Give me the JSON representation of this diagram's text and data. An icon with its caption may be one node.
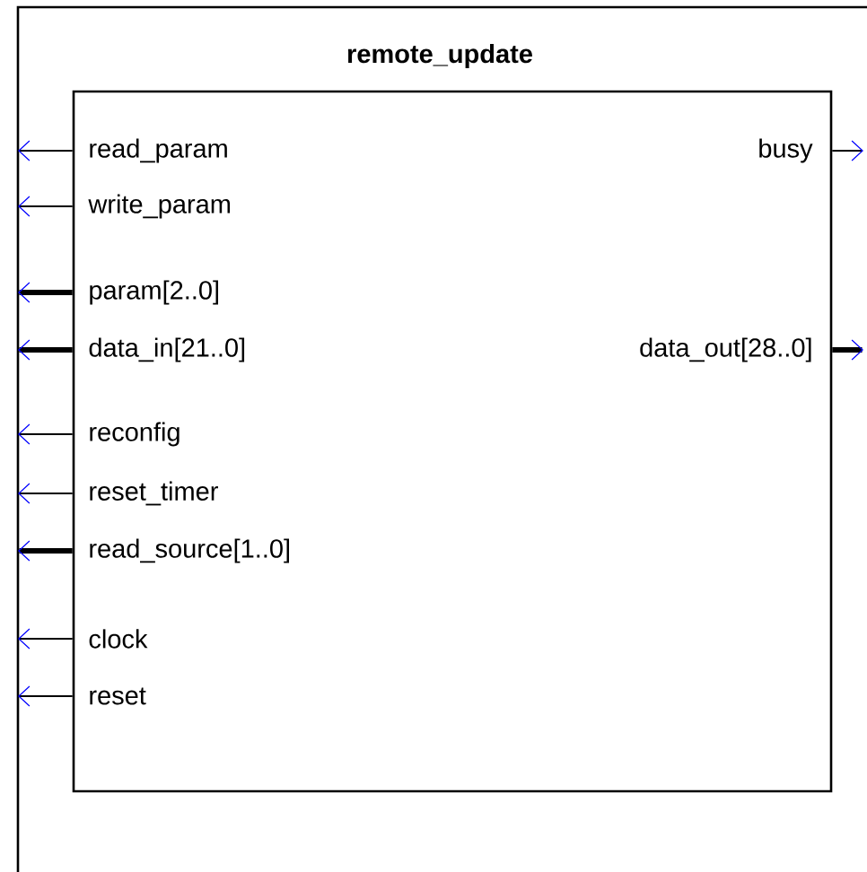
{
  "diagram": {
    "nodes": [
      {
        "text": [
          "remote_update"
        ]
      },
      {
        "text": [
          "read_param"
        ],
        "in": 0
      },
      {
        "text": [
          "busy"
        ],
        "in": 0
      },
      {
        "text": [
          "write_param"
        ],
        "in": 0
      },
      {
        "text": [
          "param[2..0]"
        ],
        "in": 0
      },
      {
        "text": [
          "data_in[21..0]"
        ],
        "in": 0
      },
      {
        "text": [
          "data_out[28..0]"
        ],
        "in": 0
      },
      {
        "text": [
          "reconfig"
        ],
        "in": 0
      },
      {
        "text": [
          "reset_timer"
        ],
        "in": 0
      },
      {
        "text": [
          "read_source[1..0]"
        ],
        "in": 0
      },
      {
        "text": [
          "clock"
        ],
        "in": 0
      },
      {
        "text": [
          "reset"
        ],
        "in": 0
      }
    ],
    "edges": [
      {
        "from": 1,
        "to": null,
        "arrow": "to"
      },
      {
        "from": 2,
        "to": null,
        "arrow": "to"
      },
      {
        "from": 3,
        "to": null,
        "arrow": "to"
      },
      {
        "from": 4,
        "to": null,
        "arrow": "to",
        "style": "thick"
      },
      {
        "from": 5,
        "to": null,
        "arrow": "to",
        "style": "thick"
      },
      {
        "from": 6,
        "to": null,
        "arrow": "to",
        "style": "thick"
      },
      {
        "from": 7,
        "to": null,
        "arrow": "to"
      },
      {
        "from": 8,
        "to": null,
        "arrow": "to"
      },
      {
        "from": 9,
        "to": null,
        "arrow": "to",
        "style": "thick"
      },
      {
        "from": 10,
        "to": null,
        "arrow": "to"
      },
      {
        "from": 11,
        "to": null,
        "arrow": "to"
      }
    ]
  }
}
